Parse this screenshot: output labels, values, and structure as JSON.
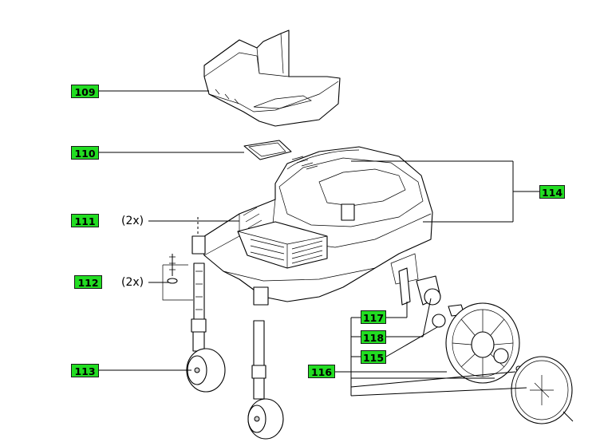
{
  "colors": {
    "label_fill": "#22dd22",
    "line": "#000000",
    "background": "#ffffff"
  },
  "labels": {
    "p109": "109",
    "p110": "110",
    "p111": "111",
    "p112": "112",
    "p113": "113",
    "p114": "114",
    "p115": "115",
    "p116": "116",
    "p117": "117",
    "p118": "118"
  },
  "quantities": {
    "p111": "(2x)",
    "p112": "(2x)"
  }
}
